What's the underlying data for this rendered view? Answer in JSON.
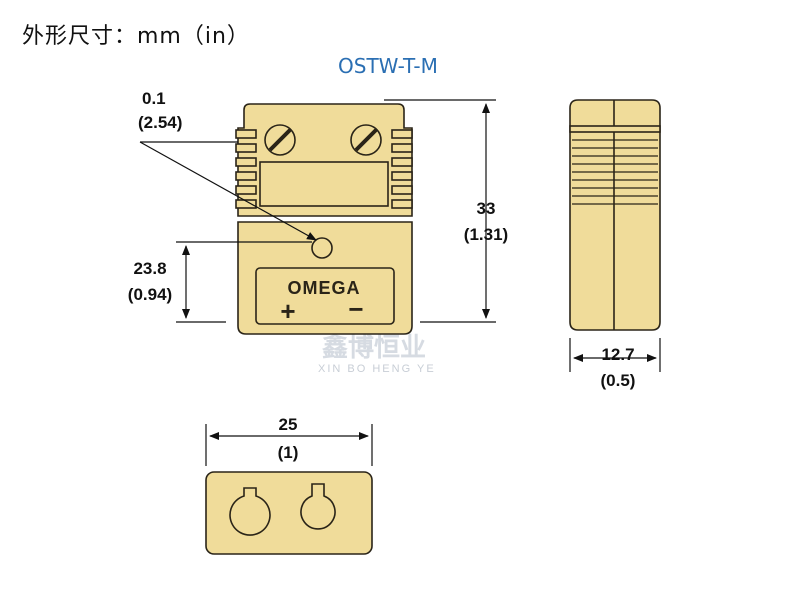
{
  "heading": "外形尺寸：mm（in）",
  "model": "OSTW-T-M",
  "dimensions": {
    "gap_mm": "0.1",
    "gap_in": "(2.54)",
    "height_mm": "33",
    "height_in": "(1.31)",
    "lower_mm": "23.8",
    "lower_in": "(0.94)",
    "depth_mm": "12.7",
    "depth_in": "(0.5)",
    "width_mm": "25",
    "width_in": "(1)"
  },
  "label": {
    "brand": "OMEGA",
    "plus": "+",
    "minus": "−"
  },
  "watermark": {
    "cn": "鑫博恒业",
    "en": "XIN BO HENG YE"
  },
  "colors": {
    "body": "#f0dc9a",
    "outline": "#2a2418",
    "accent": "#2b6fb3"
  }
}
